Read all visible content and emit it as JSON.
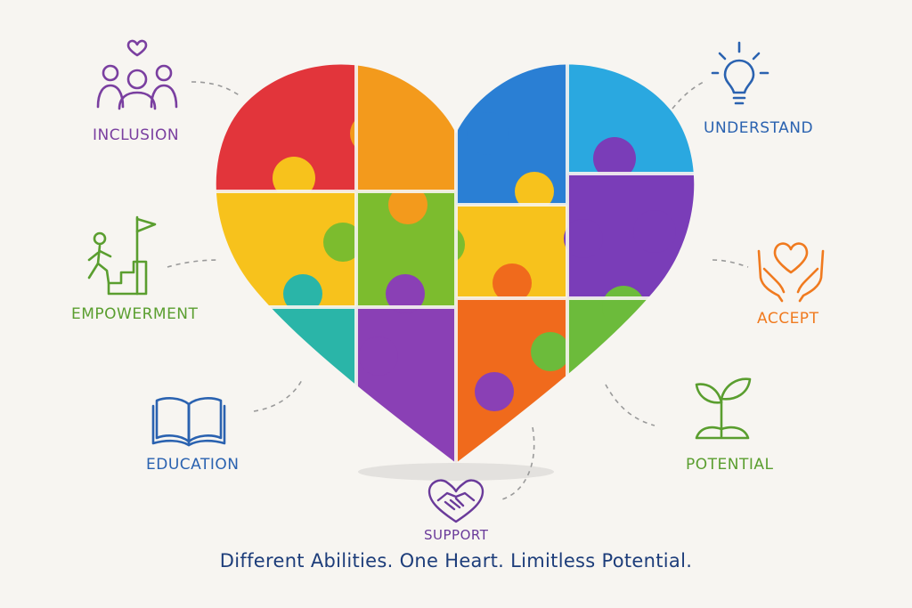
{
  "concepts": {
    "inclusion": {
      "label": "INCLUSION",
      "icon": "people-heart-icon",
      "color": "#7a3fa0"
    },
    "understand": {
      "label": "UNDERSTAND",
      "icon": "lightbulb-icon",
      "color": "#2a62b0"
    },
    "empowerment": {
      "label": "EMPOWERMENT",
      "icon": "climbing-stairs-flag-icon",
      "color": "#5a9e2f"
    },
    "accept": {
      "label": "ACCEPT",
      "icon": "hands-heart-icon",
      "color": "#f07a1f"
    },
    "education": {
      "label": "EDUCATION",
      "icon": "open-book-icon",
      "color": "#2a62b0"
    },
    "potential": {
      "label": "POTENTIAL",
      "icon": "sprout-icon",
      "color": "#5a9e2f"
    },
    "support": {
      "label": "SUPPORT",
      "icon": "handshake-heart-icon",
      "color": "#6a3a9a"
    }
  },
  "tagline": "Different Abilities. One Heart. Limitless Potential.",
  "heart_colors": {
    "red": "#e2353a",
    "orange": "#f39a1e",
    "yellow": "#f7c21e",
    "green": "#7cbc2e",
    "teal": "#2bb5a8",
    "purple": "#8a3fb5",
    "deep_orange": "#f06a1e",
    "blue": "#2a7fd4",
    "light_blue": "#29a8e0",
    "violet": "#7a3cb8",
    "lime": "#6cbb3a"
  }
}
